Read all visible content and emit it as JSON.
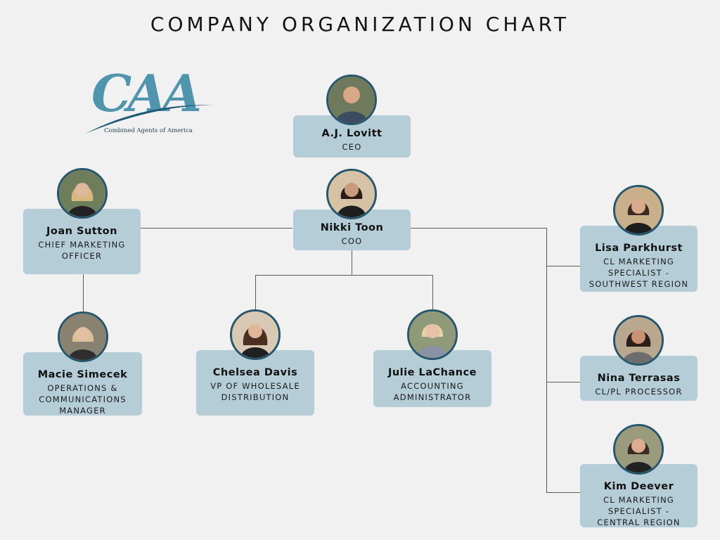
{
  "title": "COMPANY ORGANIZATION CHART",
  "logo": {
    "mark": "CAA",
    "tagline": "Combined Agents of America",
    "color": "#4f95ad",
    "swoosh_color": "#1e5a74"
  },
  "colors": {
    "box": "#b4cdd7",
    "line": "#5a5a5a",
    "photo_border": "#26566b"
  },
  "people": {
    "ceo": {
      "name": "A.J. Lovitt",
      "role": "CEO"
    },
    "coo": {
      "name": "Nikki Toon",
      "role": "COO"
    },
    "cmo": {
      "name": "Joan Sutton",
      "role": "CHIEF MARKETING OFFICER"
    },
    "ops": {
      "name": "Macie Simecek",
      "role": "OPERATIONS & COMMUNICATIONS MANAGER"
    },
    "vp": {
      "name": "Chelsea Davis",
      "role": "VP OF WHOLESALE DISTRIBUTION"
    },
    "acct": {
      "name": "Julie LaChance",
      "role": "ACCOUNTING ADMINISTRATOR"
    },
    "lisa": {
      "name": "Lisa Parkhurst",
      "role": "CL MARKETING SPECIALIST - SOUTHWEST REGION"
    },
    "nina": {
      "name": "Nina Terrasas",
      "role": "CL/PL PROCESSOR"
    },
    "kim": {
      "name": "Kim Deever",
      "role": "CL MARKETING SPECIALIST - CENTRAL REGION"
    }
  }
}
